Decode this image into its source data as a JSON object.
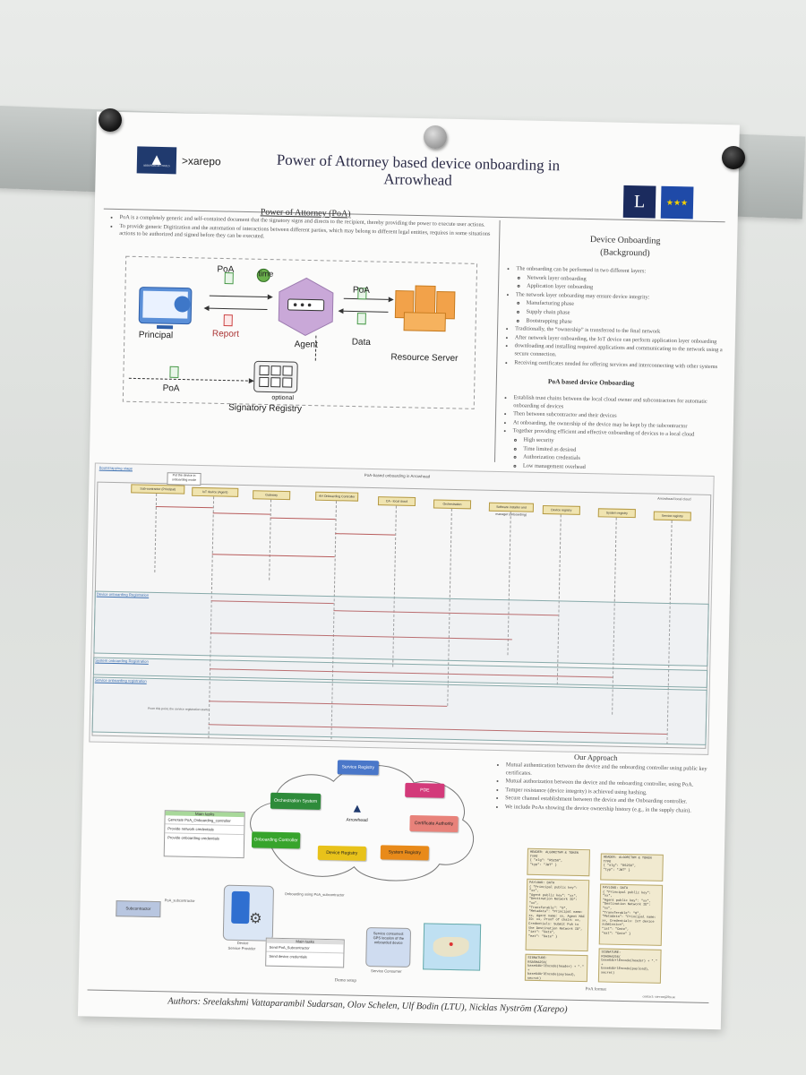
{
  "poster": {
    "title": "Power of Attorney based device onboarding in Arrowhead",
    "logo_text": "xarepo",
    "logo_arrowhead": "ARROWHEAD TOOLS",
    "poa_section": {
      "heading": "Power of Attorney (PoA)",
      "bullets": [
        "PoA is a completely generic and self-contained document that the signatory signs and directs to the recipient, thereby providing the power to execute user actions.",
        "To provide generic Digitization and the automation of interactions between different parties, which may belong to different legal entities, requires in some situations actions to be authorized and signed before they can be executed."
      ],
      "diagram": {
        "principal": "Principal",
        "agent": "Agent",
        "resource_server": "Resource Server",
        "signatory_registry": "Signatory Registry",
        "poa1": "PoA",
        "time": "time",
        "report": "Report",
        "poa2": "PoA",
        "data": "Data",
        "poa3": "PoA",
        "optional": "optional"
      }
    },
    "onboarding_section": {
      "heading": "Device Onboarding",
      "subheading": "(Background)",
      "bullets": [
        "The onboarding can be performed in two different layers:",
        "Network layer onboarding",
        "Application layer onboarding",
        "The network layer onboarding may ensure device integrity:",
        "Manufacturing phase",
        "Supply chain phase",
        "Bootstrapping phase",
        "Traditionally, the “ownership” is transferred to the final network",
        "After network layer onboarding, the IoT device can perform application layer onboarding",
        "downloading and installing required applications and communicating to the network using a secure connection.",
        "Receiving certificates needed for offering services and interconnecting with other systems"
      ],
      "poa_heading": "PoA based device Onboarding",
      "poa_bullets": [
        "Establish trust chains between the local cloud owner and subcontractors for automatic onboarding of devices",
        "Then between subcontractor and their devices",
        "At onboarding, the ownership of the device may be kept by the subcontractor",
        "Together providing efficient and effective onboarding of devices to a local cloud",
        "High security",
        "Time limited as desired",
        "Authorization credentials",
        "Low management overhead"
      ]
    },
    "sequence": {
      "title": "PoA-based onboarding in Arrowhead",
      "bootstrapping_stage": "Bootstrapping stage",
      "local_cloud": "Arrowhead local cloud",
      "participants": [
        "Sub-contractor (Principal)",
        "IoT device (Agent)",
        "Gateway",
        "AH Onboarding Controller",
        "CA - local cloud",
        "Orchestration",
        "Software installer and manager (onboarding)",
        "Device registry",
        "System registry",
        "Service registry"
      ],
      "note_top": "Put the device in onboarding mode",
      "bands": [
        "Device onboarding Registration",
        "System onboarding Registration",
        "Service onboarding registration"
      ],
      "final_note": "From this point, the service registration starts"
    },
    "approach": {
      "heading": "Our Approach",
      "bullets": [
        "Mutual authentication between the device and the onboarding controller using public key certificates.",
        "Mutual authorization between the device and the onboarding controller, using PoA.",
        "Tamper resistance (device integrity) is achieved using hashing.",
        "Secure channel establishment between the device and the Onboarding controller.",
        "We include PoAs showing the device ownership history (e.g., in the supply chain)."
      ]
    },
    "demo": {
      "service_registry": "Service Registry",
      "pde": "PDE",
      "orchestration_system": "Orchestration System",
      "arrowhead": "Arrowhead",
      "certificate_authority": "Certificate Authority",
      "onboarding_controller": "Onboarding Controller",
      "device_registry": "Device Registry",
      "system_registry": "System Registry",
      "main_tasks_1": "Main tasks",
      "tasks_1": [
        "Generate PoA_Onboarding_controller",
        "Provide network credentials",
        "Provide onboarding credentials"
      ],
      "subcontractor": "Subcontractor",
      "poa_subcontractor": "PoA_subcontractor",
      "device_label": "Device",
      "service_provider": "Service Provider",
      "onboarding_using": "Onboarding using PoA_subcontractor",
      "main_tasks_2": "Main tasks",
      "tasks_2": [
        "Send PoA_Subcontractor",
        "Send device credentials"
      ],
      "service_consumer": "Service Consumer",
      "service_consumed": "Service consumed: GPS location of the onboarded device",
      "demo_setup": "Demo setup"
    },
    "poa_format_caption": "PoA format",
    "contact": "contact: srevnn@ltu.se",
    "authors": "Authors: Sreelakshmi Vattaparambil Sudarsan, Olov Schelen, Ulf Bodin (LTU), Nicklas Nyström (Xarepo)"
  },
  "colors": {
    "poster_bg": "#fbfbfa",
    "accent_blue": "#3b6fb0",
    "msg_red": "#b85c5c",
    "note_yellow": "#f0e4b0",
    "service_registry": "#4a77c9",
    "pde": "#d33a7a",
    "orchestration": "#2e8b3a",
    "certificate": "#e8827a",
    "onboarding_ctrl": "#37a42c",
    "device_registry": "#e8c21a",
    "system_registry": "#e88a1a"
  }
}
